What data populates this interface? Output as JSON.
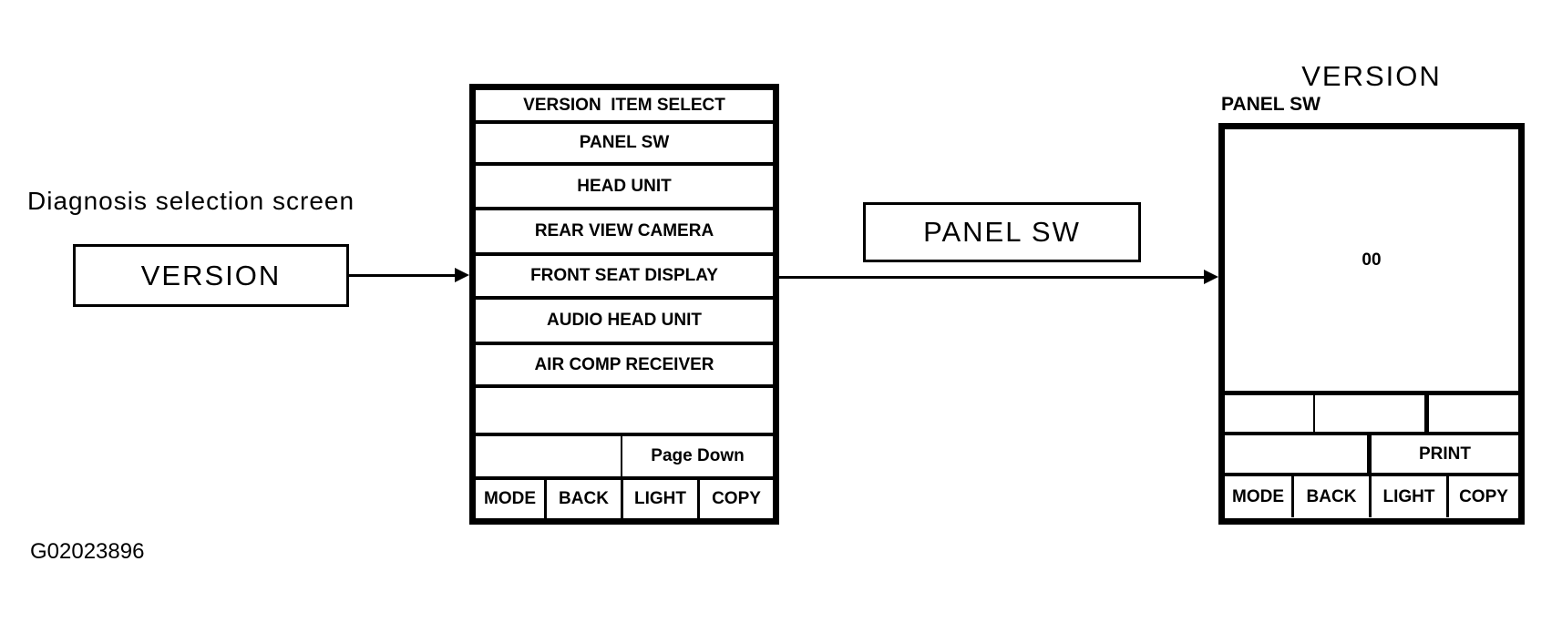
{
  "figure": {
    "caption": "Diagnosis selection screen",
    "figure_id": "G02023896"
  },
  "flow": {
    "version_box_label": "VERSION",
    "panel_sw_box_label": "PANEL SW"
  },
  "menu_screen": {
    "rows": [
      "VERSION  ITEM SELECT",
      "PANEL SW",
      "HEAD UNIT",
      "REAR VIEW CAMERA",
      "FRONT SEAT DISPLAY",
      "AUDIO HEAD UNIT",
      "AIR COMP RECEIVER",
      ""
    ],
    "page_down_label": "Page Down",
    "buttons": [
      "MODE",
      "BACK",
      "LIGHT",
      "COPY"
    ]
  },
  "result_screen": {
    "title": "VERSION",
    "label": "PANEL SW",
    "value": "00",
    "print_label": "PRINT",
    "buttons": [
      "MODE",
      "BACK",
      "LIGHT",
      "COPY"
    ]
  },
  "colors": {
    "foreground": "#000000",
    "background": "#ffffff"
  }
}
